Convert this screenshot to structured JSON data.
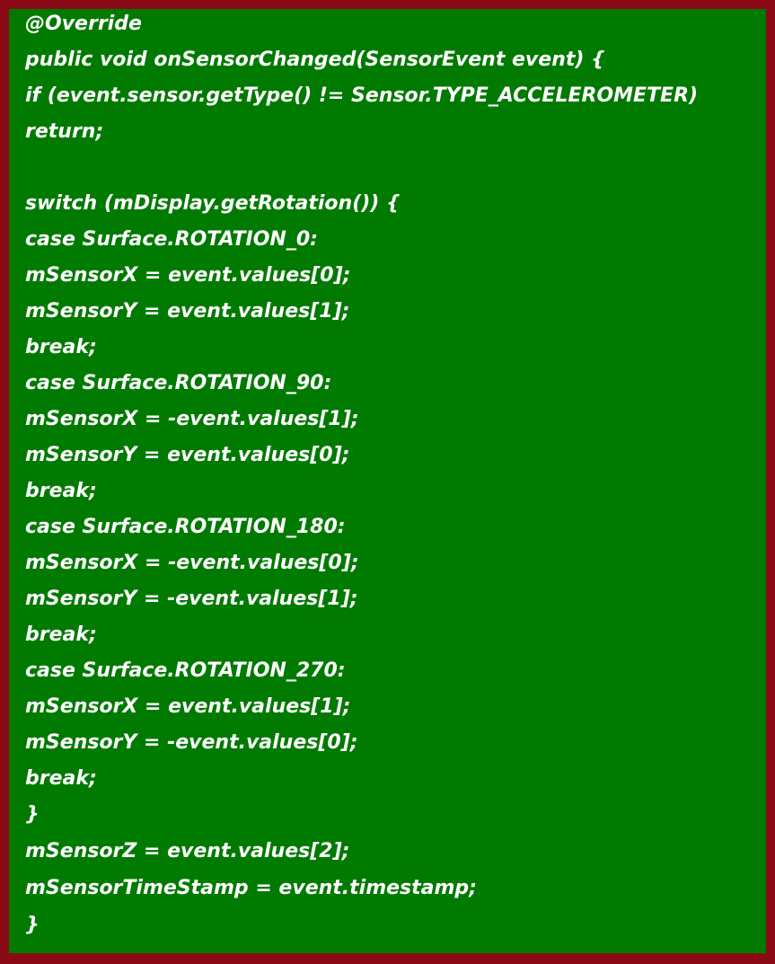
{
  "code": {
    "lines": [
      "@Override",
      "public void onSensorChanged(SensorEvent event) {",
      "if (event.sensor.getType() != Sensor.TYPE_ACCELEROMETER)",
      "return;",
      "",
      "switch (mDisplay.getRotation()) {",
      "case Surface.ROTATION_0:",
      "mSensorX = event.values[0];",
      "mSensorY = event.values[1];",
      "break;",
      "case Surface.ROTATION_90:",
      "mSensorX = -event.values[1];",
      "mSensorY = event.values[0];",
      "break;",
      "case Surface.ROTATION_180:",
      "mSensorX = -event.values[0];",
      "mSensorY = -event.values[1];",
      "break;",
      "case Surface.ROTATION_270:",
      "mSensorX = event.values[1];",
      "mSensorY = -event.values[0];",
      "break;",
      "}",
      "mSensorZ = event.values[2];",
      "mSensorTimeStamp = event.timestamp;",
      "}"
    ]
  },
  "colors": {
    "border": "#8b0a17",
    "background": "#007a00",
    "text": "#ffffff"
  }
}
